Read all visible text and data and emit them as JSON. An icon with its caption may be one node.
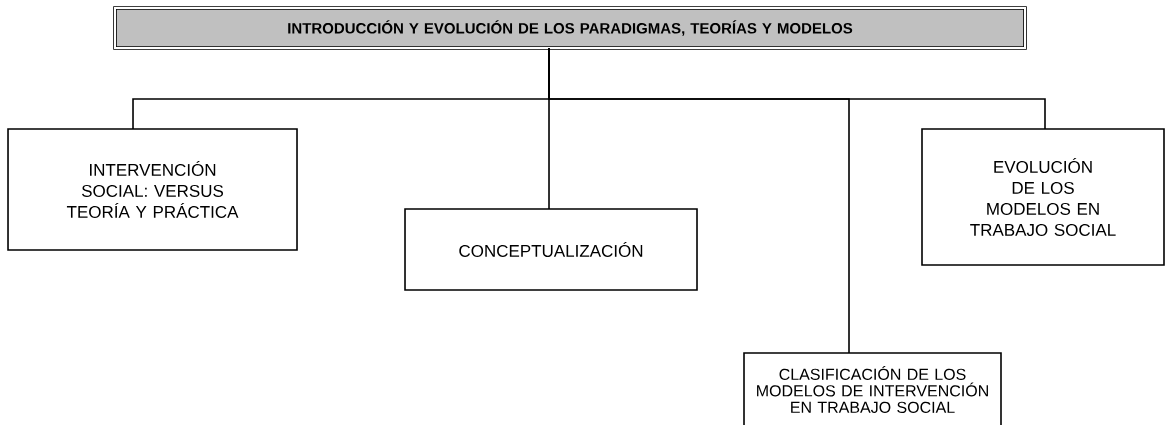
{
  "diagram": {
    "nodes": [
      {
        "text": [
          "INTRODUCCIÓN Y EVOLUCIÓN DE LOS PARADIGMAS, TEORÍAS Y MODELOS"
        ]
      },
      {
        "text": [
          "INTERVENCIÓN SOCIAL: VERSUS TEORÍA Y PRÁCTICA"
        ]
      },
      {
        "text": [
          "CONCEPTUALIZACIÓN"
        ]
      },
      {
        "text": [
          "EVOLUCIÓN DE LOS MODELOS EN TRABAJO SOCIAL"
        ]
      },
      {
        "text": [
          "CLASIFICACIÓN DE LOS MODELOS DE INTERVENCIÓN EN TRABAJO SOCIAL"
        ]
      }
    ],
    "edges": [
      {
        "from": 0,
        "to": 1,
        "arrow": "none"
      },
      {
        "from": 0,
        "to": 2,
        "arrow": "none"
      },
      {
        "from": 0,
        "to": 3,
        "arrow": "none"
      },
      {
        "from": 0,
        "to": 4,
        "arrow": "none"
      }
    ]
  }
}
